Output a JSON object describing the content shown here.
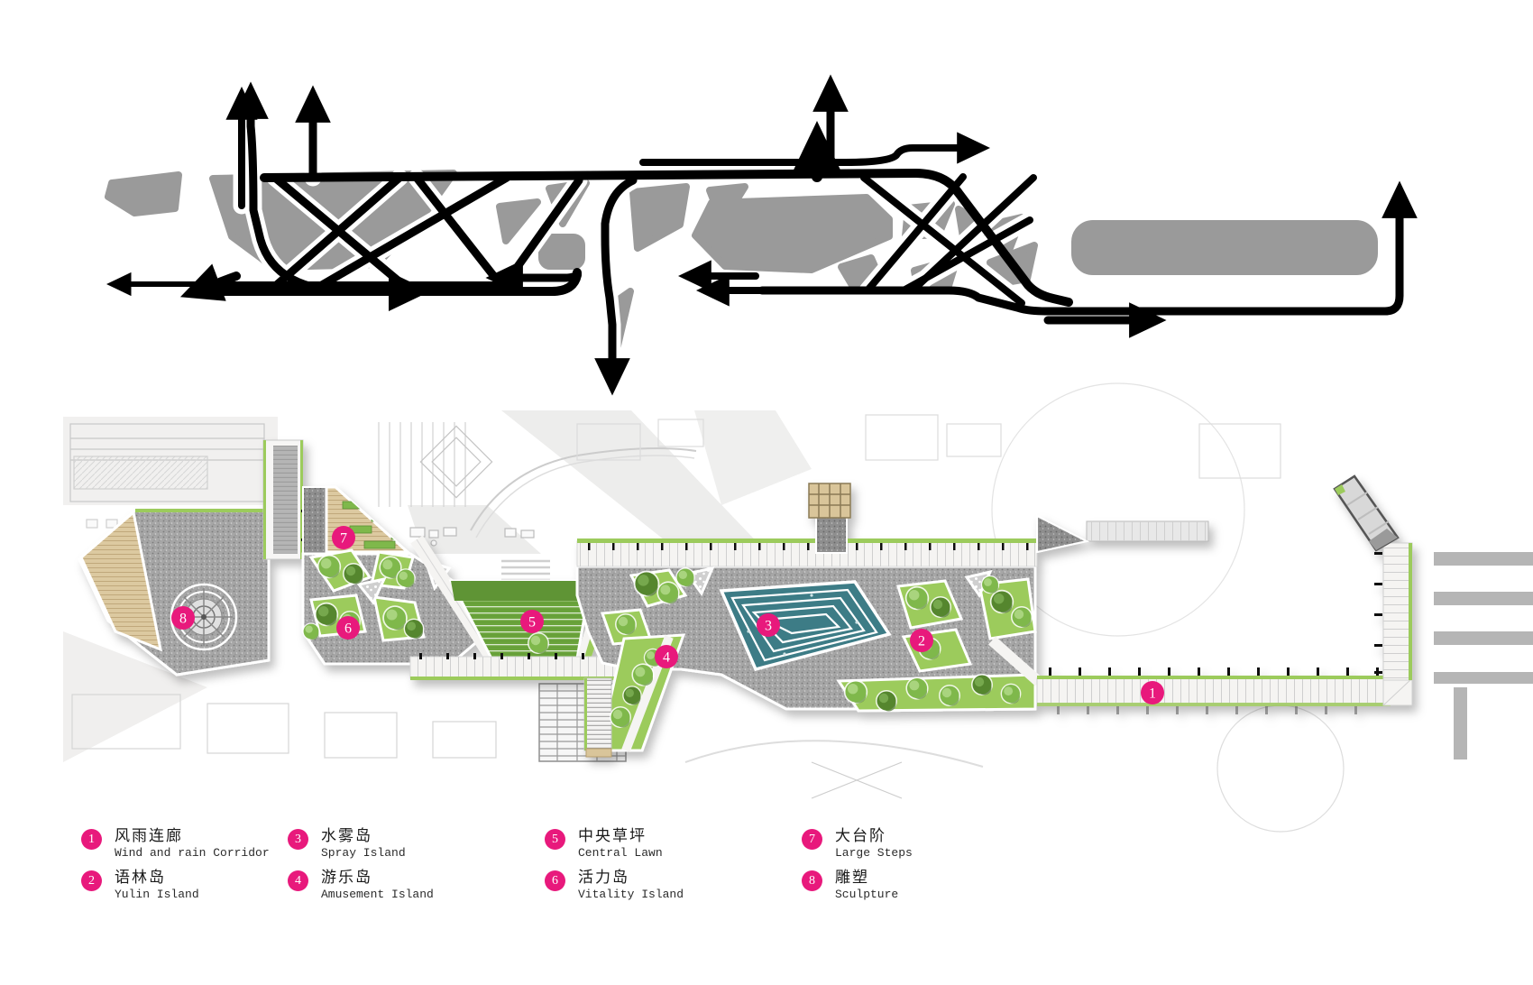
{
  "colors": {
    "marker_pink": "#E8197C",
    "pool_teal": "#3E7C86",
    "lawn_green": "#6BA43A",
    "tree_light": "#7FB84C",
    "tree_dark": "#55862F",
    "paving_gray": "#A6A6A6",
    "deck_tan": "#DCC9A0",
    "diagram_gray": "#9A9A9A",
    "diagram_black": "#000000"
  },
  "legend": {
    "items": [
      {
        "num": "1",
        "zh": "风雨连廊",
        "en": "Wind and rain Corridor"
      },
      {
        "num": "2",
        "zh": "语林岛",
        "en": "Yulin Island"
      },
      {
        "num": "3",
        "zh": "水雾岛",
        "en": "Spray Island"
      },
      {
        "num": "4",
        "zh": "游乐岛",
        "en": "Amusement Island"
      },
      {
        "num": "5",
        "zh": "中央草坪",
        "en": "Central Lawn"
      },
      {
        "num": "6",
        "zh": "活力岛",
        "en": "Vitality Island"
      },
      {
        "num": "7",
        "zh": "大台阶",
        "en": "Large Steps"
      },
      {
        "num": "8",
        "zh": "雕塑",
        "en": "Sculpture"
      }
    ]
  }
}
